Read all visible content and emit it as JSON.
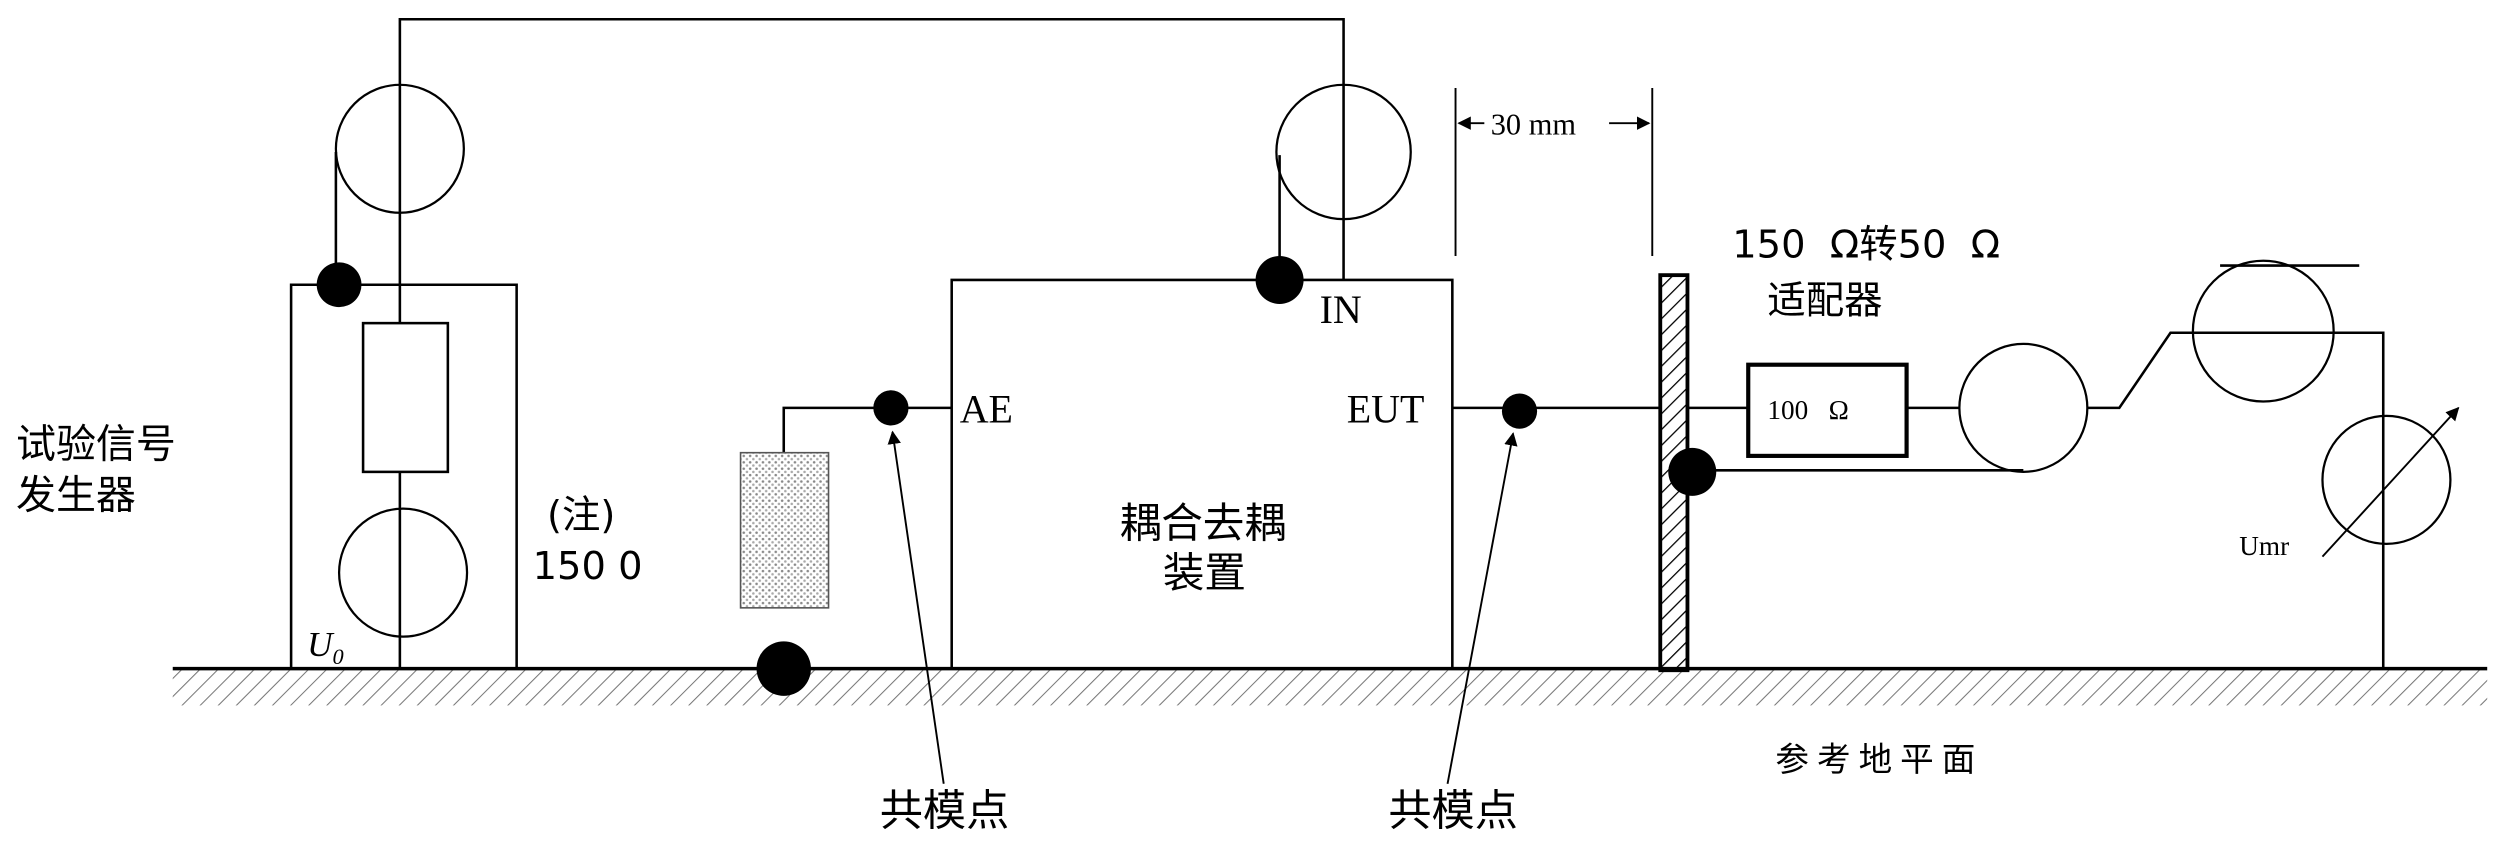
{
  "diagram": {
    "generator_label": {
      "line1": "试验信号",
      "line2": "发生器"
    },
    "source_label": {
      "main": "U",
      "sub": "0"
    },
    "note_label": "(注)",
    "note_value": "150 0",
    "ae_label": "AE",
    "in_label": "IN",
    "cdn_label": {
      "line1": "耦合去耦",
      "line2": "装置"
    },
    "eut_label": "EUT",
    "common_point_left": "共模点",
    "common_point_right": "共模点",
    "spacing_label": "30 mm",
    "adapter_label": {
      "line1": "150  Ω转50  Ω",
      "line2": "适配器"
    },
    "resistor_label": "100   Ω",
    "meter_label": "Umr",
    "ground_label": "参考地平面"
  },
  "colors": {
    "line": "#000000",
    "background": "#ffffff",
    "hatch": "#777777"
  }
}
